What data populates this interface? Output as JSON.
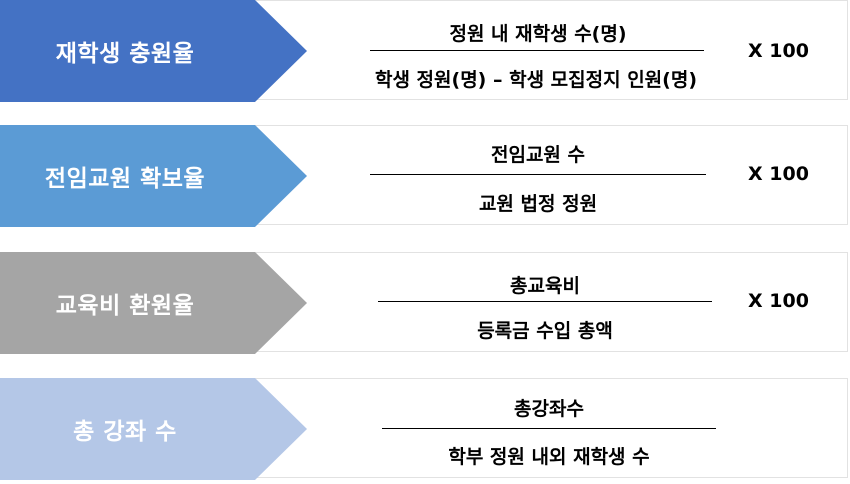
{
  "rows": [
    {
      "label": "재학생 충원율",
      "numerator": "정원 내 재학생 수(명)",
      "denominator": "학생 정원(명) – 학생 모집정지 인원(명)",
      "multiplier": "X 100",
      "color": "#4472c4"
    },
    {
      "label": "전임교원 확보율",
      "numerator": "전임교원 수",
      "denominator": "교원 법정 정원",
      "multiplier": "X 100",
      "color": "#5b9bd5"
    },
    {
      "label": "교육비 환원율",
      "numerator": "총교육비",
      "denominator": "등록금 수입 총액",
      "multiplier": "X 100",
      "color": "#a5a5a5"
    },
    {
      "label": "총 강좌 수",
      "numerator": "총강좌수",
      "denominator": "학부 정원 내외 재학생 수",
      "color": "#b4c7e7"
    }
  ]
}
